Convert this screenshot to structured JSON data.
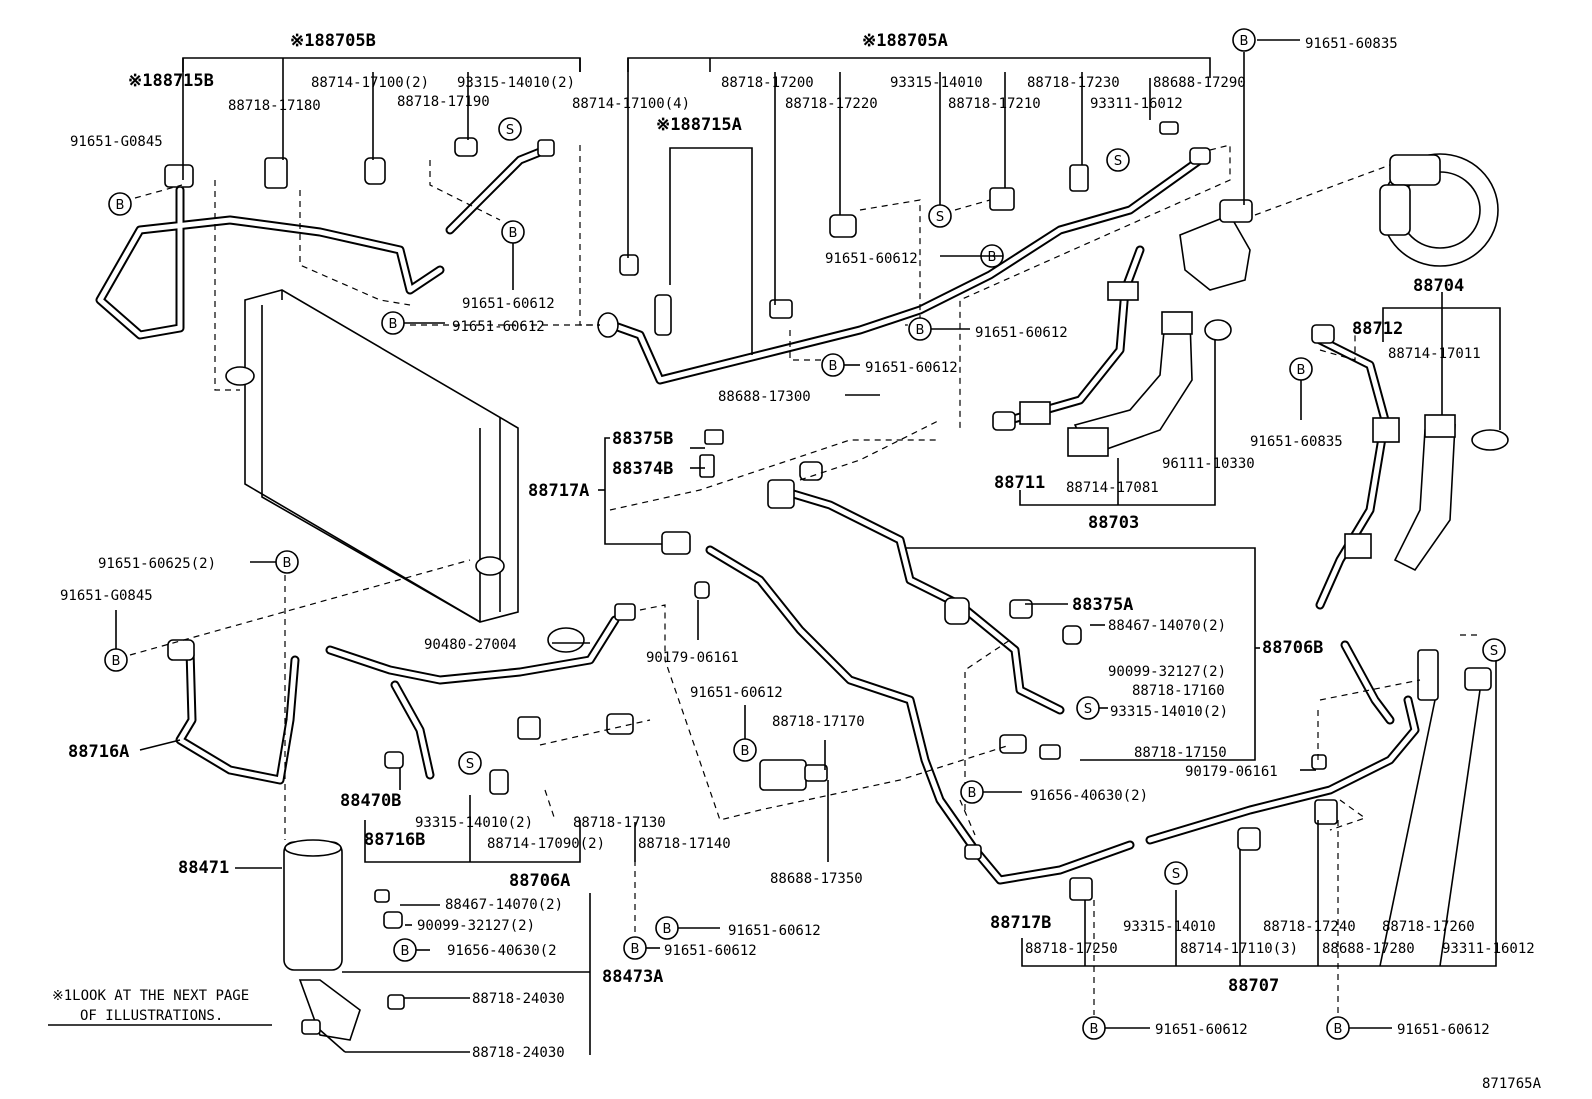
{
  "labels": {
    "l_188705B": "※188705B",
    "l_188715B": "※188715B",
    "l_88714_17100_2": "88714-17100(2)",
    "l_93315_14010_2a": "93315-14010(2)",
    "l_88718_17180": "88718-17180",
    "l_88718_17190": "88718-17190",
    "l_91651_G0845a": "91651-G0845",
    "l_91651_60612a": "91651-60612",
    "l_91651_60612b": "91651-60612",
    "l_188705A": "※188705A",
    "l_88714_17100_4": "88714-17100(4)",
    "l_88718_17200": "88718-17200",
    "l_188715A": "※188715A",
    "l_88718_17220": "88718-17220",
    "l_93315_14010": "93315-14010",
    "l_88718_17210": "88718-17210",
    "l_88718_17230": "88718-17230",
    "l_93311_16012a": "93311-16012",
    "l_88688_17290": "88688-17290",
    "l_91651_60835a": "91651-60835",
    "l_91651_60612c": "91651-60612",
    "l_91651_60612d": "91651-60612",
    "l_91651_60612e": "91651-60612",
    "l_88688_17300": "88688-17300",
    "l_88704": "88704",
    "l_88712": "88712",
    "l_88714_17011": "88714-17011",
    "l_91651_60835b": "91651-60835",
    "l_96111_10330": "96111-10330",
    "l_88711": "88711",
    "l_88714_17081": "88714-17081",
    "l_88703": "88703",
    "l_88375B": "88375B",
    "l_88374B": "88374B",
    "l_88717A": "88717A",
    "l_91651_60625": "91651-60625(2)",
    "l_91651_G0845b": "91651-G0845",
    "l_90480_27004": "90480-27004",
    "l_90179_06161a": "90179-06161",
    "l_88375A": "88375A",
    "l_88467_14070_a": "88467-14070(2)",
    "l_90099_32127_a": "90099-32127(2)",
    "l_88706B": "88706B",
    "l_88718_17160": "88718-17160",
    "l_93315_14010_2b": "93315-14010(2)",
    "l_88718_17150": "88718-17150",
    "l_90179_06161b": "90179-06161",
    "l_91656_40630_a": "91656-40630(2)",
    "l_91651_60612f": "91651-60612",
    "l_88718_17170": "88718-17170",
    "l_88716A": "88716A",
    "l_88470B": "88470B",
    "l_93315_14010_2c": "93315-14010(2)",
    "l_88718_17130": "88718-17130",
    "l_88716B": "88716B",
    "l_88714_17090": "88714-17090(2)",
    "l_88718_17140": "88718-17140",
    "l_88706A": "88706A",
    "l_88688_17350": "88688-17350",
    "l_88471": "88471",
    "l_88467_14070_b": "88467-14070(2)",
    "l_90099_32127_b": "90099-32127(2)",
    "l_91656_40630_b": "91656-40630(2",
    "l_88473A": "88473A",
    "l_88718_24030a": "88718-24030",
    "l_88718_24030b": "88718-24030",
    "l_91651_60612g": "91651-60612",
    "l_91651_60612h": "91651-60612",
    "l_88717B": "88717B",
    "l_93315_14010b": "93315-14010",
    "l_88718_17240": "88718-17240",
    "l_88718_17260": "88718-17260",
    "l_88718_17250": "88718-17250",
    "l_88714_17110": "88714-17110(3)",
    "l_88688_17280": "88688-17280",
    "l_93311_16012b": "93311-16012",
    "l_88707": "88707",
    "l_91651_60612i": "91651-60612",
    "l_91651_60612j": "91651-60612",
    "note_line1": "※1LOOK AT THE NEXT PAGE",
    "note_line2": "OF ILLUSTRATIONS.",
    "figure_id": "871765A"
  },
  "markers": {
    "bolt": "B",
    "screw": "S"
  }
}
